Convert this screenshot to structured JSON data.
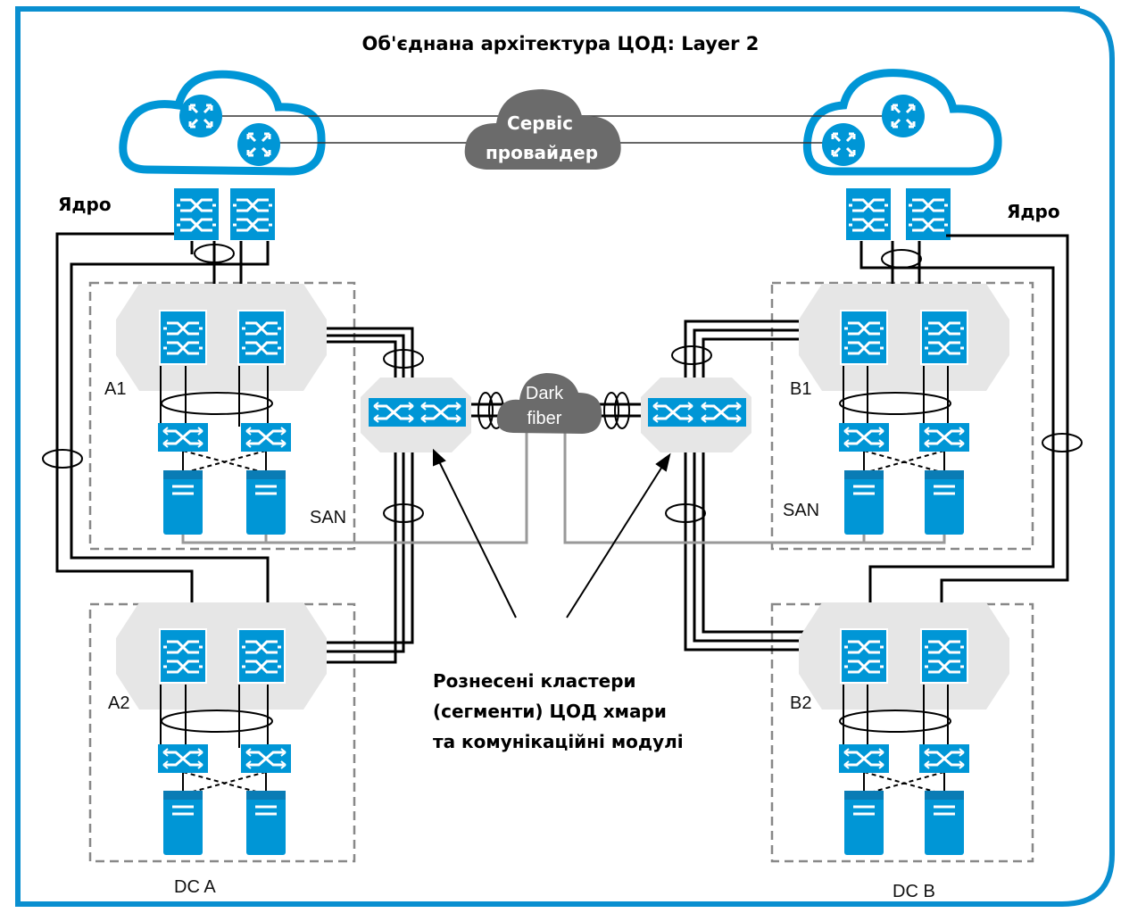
{
  "title": "Об'єднана архітектура ЦОД: Layer 2",
  "core_label_left": "Ядро",
  "core_label_right": "Ядро",
  "service_provider": [
    "Сервіс",
    "провайдер"
  ],
  "dark_fiber": [
    "Dark",
    "fiber"
  ],
  "segments": {
    "a1": "A1",
    "a2": "A2",
    "b1": "B1",
    "b2": "B2"
  },
  "san_left": "SAN",
  "san_right": "SAN",
  "dc_a": "DC A",
  "dc_b": "DC B",
  "annotation": [
    "Рознесені кластери",
    "(сегменти) ЦОД хмари",
    "та комунікаційні модулі"
  ],
  "colors": {
    "accent": "#0096d6",
    "frame": "#0a8fd0",
    "gray_cloud": "#6b6b6b",
    "hex_bg": "#e6e6e6"
  },
  "icons": [
    "router-icon",
    "switch-icon",
    "server-icon",
    "cloud-icon"
  ]
}
